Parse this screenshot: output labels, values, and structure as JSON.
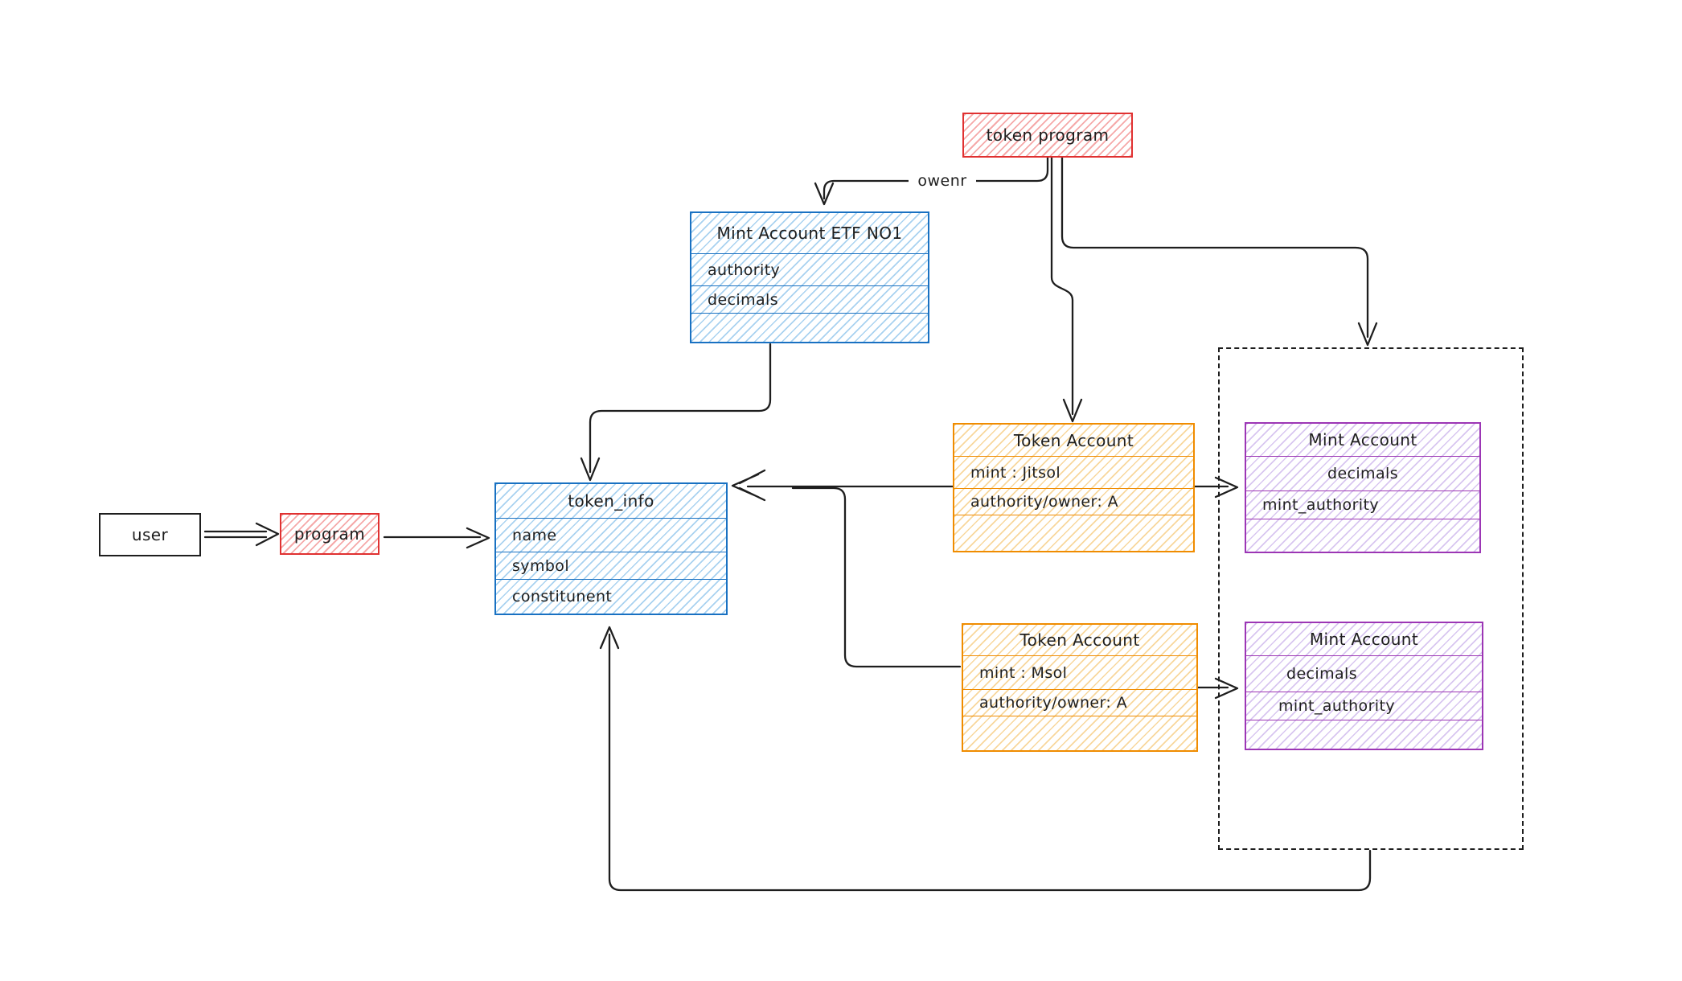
{
  "colors": {
    "ink": "#1e1e1e",
    "canvas-bg": "#ffffff",
    "red-stroke": "#e03131",
    "red-hatch": "#f5a9a9",
    "blue-stroke": "#1971c2",
    "blue-hatch": "#a9d2f0",
    "orange-stroke": "#f08c00",
    "orange-hatch": "#f8d79c",
    "purple-stroke": "#9c36b5",
    "purple-hatch": "#d8c6f0"
  },
  "edges": {
    "owner_label": "owenr"
  },
  "nodes": {
    "token_program": {
      "title": "token program"
    },
    "user": {
      "title": "user"
    },
    "program": {
      "title": "program"
    },
    "mint_etf": {
      "title": "Mint Account ETF NO1",
      "rows": [
        "authority",
        "decimals"
      ]
    },
    "token_info": {
      "title": "token_info",
      "rows": [
        "name",
        "symbol",
        "constitunent"
      ]
    },
    "token_account_jitsol": {
      "title": "Token Account",
      "rows": [
        "mint : Jitsol",
        "authority/owner: A"
      ]
    },
    "mint_account_jitsol": {
      "title": "Mint Account",
      "rows": [
        "decimals",
        "mint_authority"
      ]
    },
    "token_account_msol": {
      "title": "Token Account",
      "rows": [
        "mint : Msol",
        "authority/owner: A"
      ]
    },
    "mint_account_msol": {
      "title": "Mint Account",
      "rows": [
        "decimals",
        "mint_authority"
      ]
    }
  }
}
